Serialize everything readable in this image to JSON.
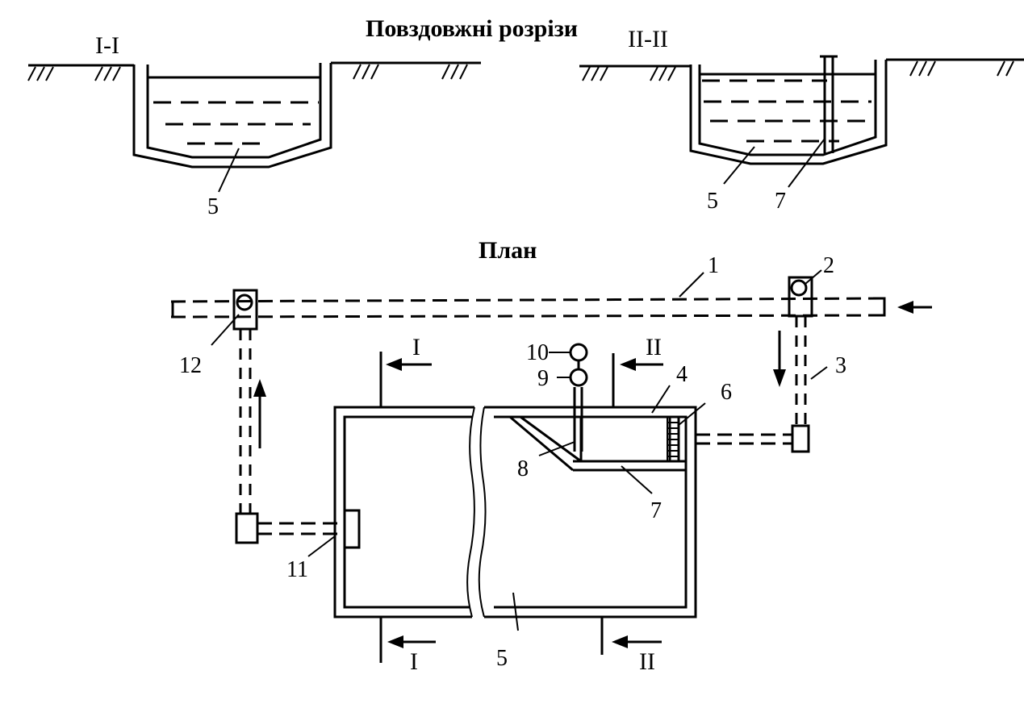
{
  "headings": {
    "sections_title": "Повздовжні розрізи",
    "plan_title": "План"
  },
  "section_1": {
    "label": "I-I",
    "callout": "5"
  },
  "section_2": {
    "label": "II-II",
    "callouts": [
      "5",
      "7"
    ]
  },
  "plan": {
    "cut_marks": {
      "top_left": "I",
      "top_right": "II",
      "bottom_left": "I",
      "bottom_right": "II"
    },
    "callouts": [
      "1",
      "2",
      "3",
      "4",
      "5",
      "6",
      "7",
      "8",
      "9",
      "10",
      "11",
      "12"
    ]
  }
}
